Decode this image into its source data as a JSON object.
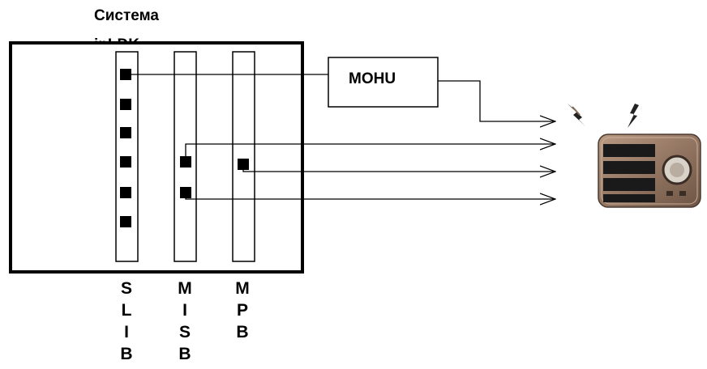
{
  "title": {
    "line1": "Система",
    "line2": "ipLDK"
  },
  "box_label": "MOHU",
  "cards": [
    {
      "name": "SLIB",
      "letters": [
        "S",
        "L",
        "I",
        "B"
      ]
    },
    {
      "name": "MISB",
      "letters": [
        "M",
        "I",
        "S",
        "B"
      ]
    },
    {
      "name": "MPB",
      "letters": [
        "M",
        "P",
        "B"
      ]
    }
  ],
  "colors": {
    "line": "#000000",
    "background": "#ffffff",
    "radio_body": "#8a6a55"
  },
  "icons": [
    "radio-icon",
    "lightning-icon"
  ]
}
